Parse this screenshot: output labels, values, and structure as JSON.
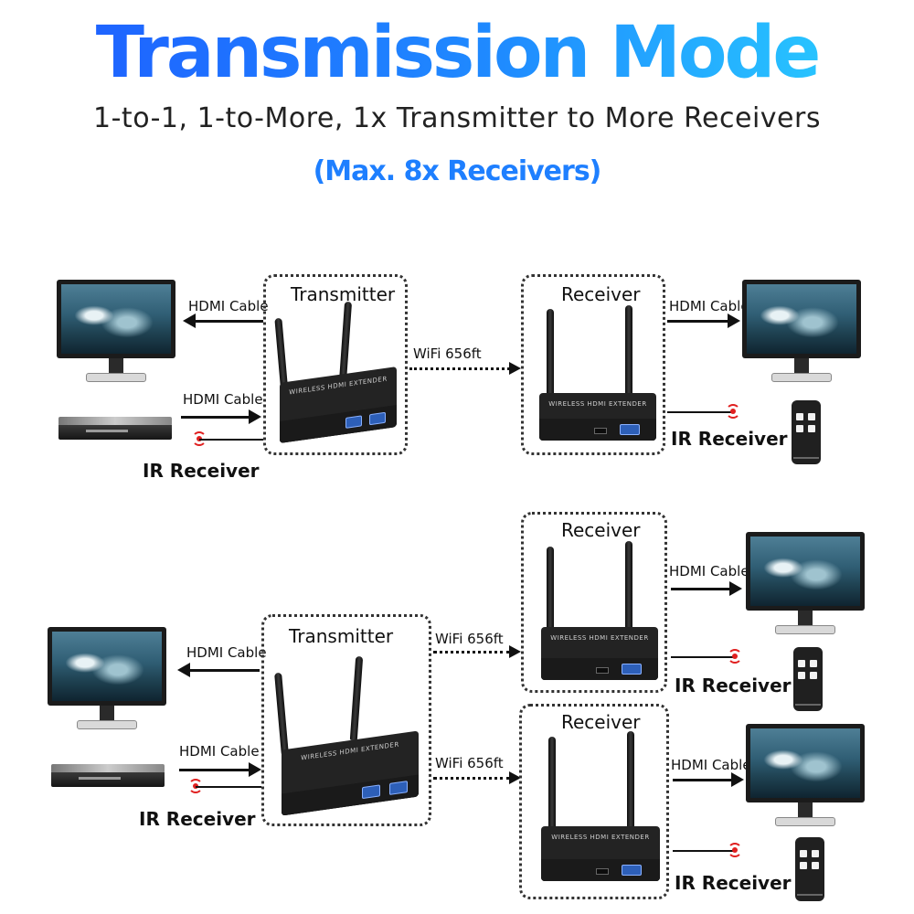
{
  "header": {
    "title": "Transmission Mode",
    "subtitle": "1-to-1, 1-to-More, 1x Transmitter to More Receivers",
    "note": "(Max. 8x Receivers)"
  },
  "labels": {
    "transmitter": "Transmitter",
    "receiver": "Receiver",
    "hdmi_cable": "HDMI Cable",
    "wifi": "WiFi 656ft",
    "ir_receiver": "IR Receiver"
  },
  "device_text": {
    "extender": "WIRELESS HDMI EXTENDER"
  },
  "colors": {
    "title_gradient_start": "#1e5bff",
    "title_gradient_end": "#2ad4ff",
    "note": "#1e7fff",
    "ir": "#e02020"
  }
}
